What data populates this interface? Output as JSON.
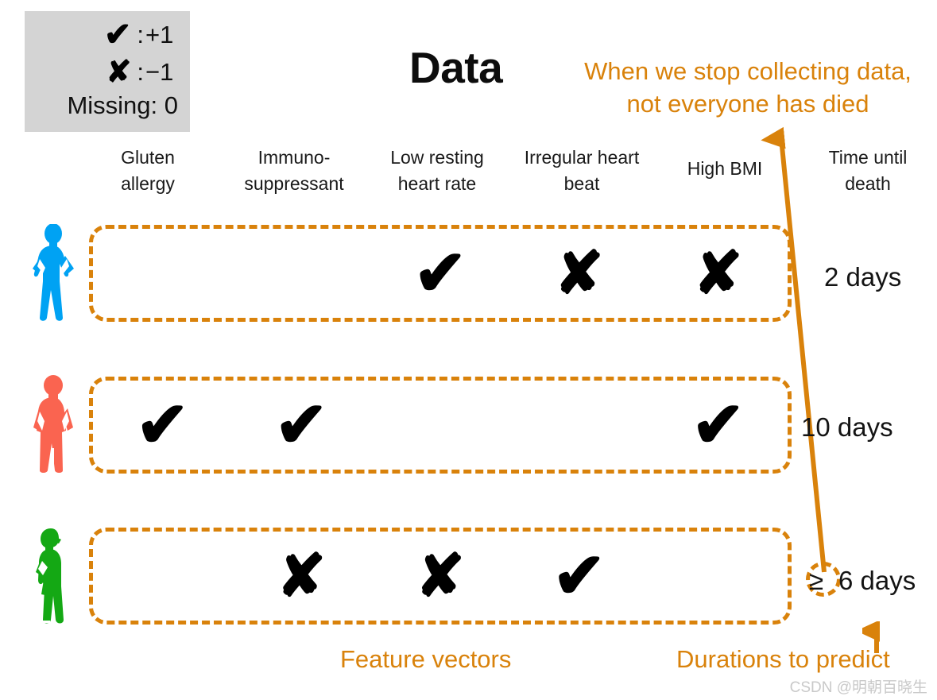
{
  "title": "Data",
  "colors": {
    "orange": "#D9820B",
    "legend_background": "#d4d4d4",
    "mark_black": "#000000",
    "person_row1": "#00A2F3",
    "person_row2": "#FA6450",
    "person_row3": "#14A814",
    "watermark": "#c9c9c9"
  },
  "legend": {
    "check_glyph": "✔",
    "check_separator": ":",
    "check_value": "+1",
    "x_glyph": "✘",
    "x_separator": ":",
    "x_value": "−1",
    "missing_label": "Missing: 0"
  },
  "annotation_top": "When we stop collecting data, not everyone has died",
  "columns": [
    {
      "label": "Gluten allergy",
      "lines": [
        "Gluten",
        "allergy"
      ]
    },
    {
      "label": "Immuno-suppressant",
      "lines": [
        "Immuno-",
        "suppressant"
      ]
    },
    {
      "label": "Low resting heart rate",
      "lines": [
        "Low resting",
        "heart rate"
      ]
    },
    {
      "label": "Irregular heart beat",
      "lines": [
        "Irregular heart",
        "beat"
      ]
    },
    {
      "label": "High BMI",
      "lines": [
        "High BMI"
      ]
    },
    {
      "label": "Time until death",
      "lines": [
        "Time until",
        "death"
      ]
    }
  ],
  "rows": [
    {
      "person_icon": "person-female-hands-on-hips-icon",
      "person_color": "#00A2F3",
      "features": [
        "",
        "",
        "check",
        "x",
        "x"
      ],
      "duration": "2 days",
      "duration_censored": false,
      "censor_prefix": ""
    },
    {
      "person_icon": "person-male-standing-icon",
      "person_color": "#FA6450",
      "features": [
        "check",
        "check",
        "",
        "",
        "check"
      ],
      "duration": "10 days",
      "duration_censored": false,
      "censor_prefix": ""
    },
    {
      "person_icon": "person-female-profile-icon",
      "person_color": "#14A814",
      "features": [
        "",
        "x",
        "x",
        "check",
        ""
      ],
      "duration": "6 days",
      "duration_censored": true,
      "censor_prefix": "≥"
    }
  ],
  "marks": {
    "check_glyph": "✔",
    "x_glyph": "✘"
  },
  "bottom_labels": {
    "feature_vectors": "Feature vectors",
    "durations_to_predict": "Durations to predict"
  },
  "watermark": "CSDN @明朝百晓生"
}
